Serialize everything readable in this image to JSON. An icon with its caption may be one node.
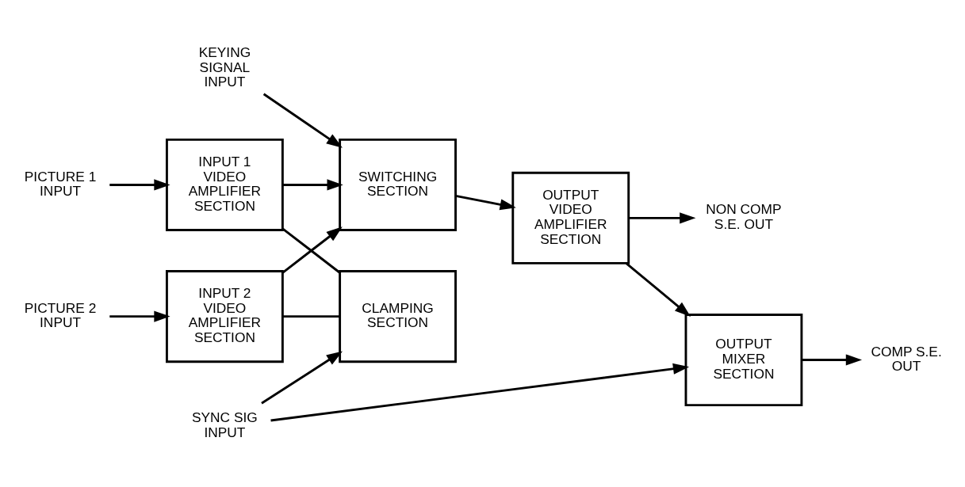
{
  "diagram": {
    "nodes": [
      {
        "text": [
          "PICTURE 1 INPUT"
        ]
      },
      {
        "text": [
          "INPUT 1 VIDEO AMPLIFIER SECTION"
        ]
      },
      {
        "text": [
          "KEYING SIGNAL INPUT"
        ]
      },
      {
        "text": [
          "SWITCHING SECTION"
        ]
      },
      {
        "text": [
          "OUTPUT VIDEO AMPLIFIER SECTION"
        ]
      },
      {
        "text": [
          "NON COMP S.E. OUT"
        ]
      },
      {
        "text": [
          "PICTURE 2 INPUT"
        ]
      },
      {
        "text": [
          "INPUT 2 VIDEO AMPLIFIER SECTION"
        ]
      },
      {
        "text": [
          "CLAMPING SECTION"
        ]
      },
      {
        "text": [
          "OUTPUT MIXER SECTION"
        ]
      },
      {
        "text": [
          "COMP S.E. OUT"
        ]
      },
      {
        "text": [
          "SYNC SIG INPUT"
        ]
      }
    ],
    "edges": [
      {
        "from": 0,
        "to": 1,
        "arrow": "to"
      },
      {
        "from": 1,
        "to": 3,
        "arrow": "to"
      },
      {
        "from": 1,
        "to": 8,
        "arrow": "none"
      },
      {
        "from": 6,
        "to": 7,
        "arrow": "to"
      },
      {
        "from": 7,
        "to": 8,
        "arrow": "none"
      },
      {
        "from": 7,
        "to": 3,
        "arrow": "to"
      },
      {
        "from": 2,
        "to": 3,
        "arrow": "to"
      },
      {
        "from": 3,
        "to": 4,
        "arrow": "to"
      },
      {
        "from": 4,
        "to": 5,
        "arrow": "to"
      },
      {
        "from": 4,
        "to": 9,
        "arrow": "to"
      },
      {
        "from": 9,
        "to": 10,
        "arrow": "to"
      },
      {
        "from": 11,
        "to": 8,
        "arrow": "to"
      },
      {
        "from": 11,
        "to": 9,
        "arrow": "to"
      }
    ]
  }
}
